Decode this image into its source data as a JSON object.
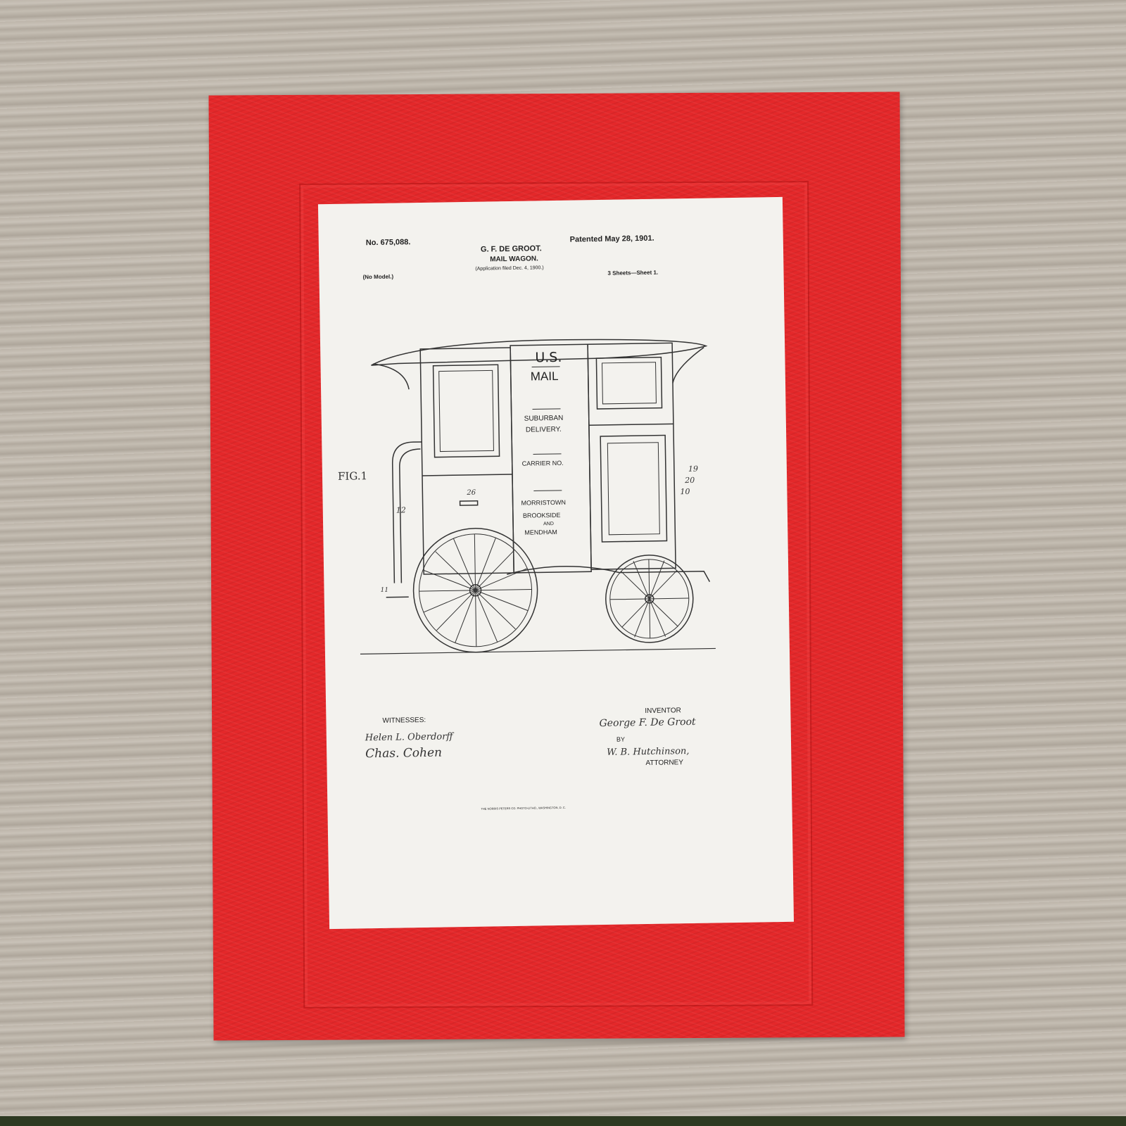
{
  "patent": {
    "number": "No. 675,088.",
    "date": "Patented May 28, 1901.",
    "inventor_name": "G. F. DE GROOT.",
    "title": "MAIL WAGON.",
    "application": "(Application filed Dec. 4, 1900.)",
    "model": "(No Model.)",
    "sheets": "3 Sheets—Sheet 1."
  },
  "drawing": {
    "fig": "FIG.1",
    "wagon_text": [
      "U.S.",
      "MAIL",
      "SUBURBAN",
      "DELIVERY.",
      "CARRIER NO.",
      "MORRISTOWN",
      "BROOKSIDE",
      "AND",
      "MENDHAM"
    ],
    "refs": [
      "26",
      "12",
      "11",
      "19",
      "20",
      "10"
    ]
  },
  "signatures": {
    "witnesses_label": "WITNESSES:",
    "witness_1": "Helen L. Oberdorff",
    "witness_2": "Chas. Cohen",
    "inventor_label": "INVENTOR",
    "inventor_signature": "George F. De Groot",
    "by": "BY",
    "attorney_signature": "W. B. Hutchinson,",
    "attorney_label": "ATTORNEY"
  },
  "footer": "THE NORRIS PETERS CO. PHOTO-LITHO., WASHINGTON, D. C.",
  "colors": {
    "card": "#e4282a",
    "paper": "#f3f2ee",
    "wood": "#bdb5aa"
  }
}
